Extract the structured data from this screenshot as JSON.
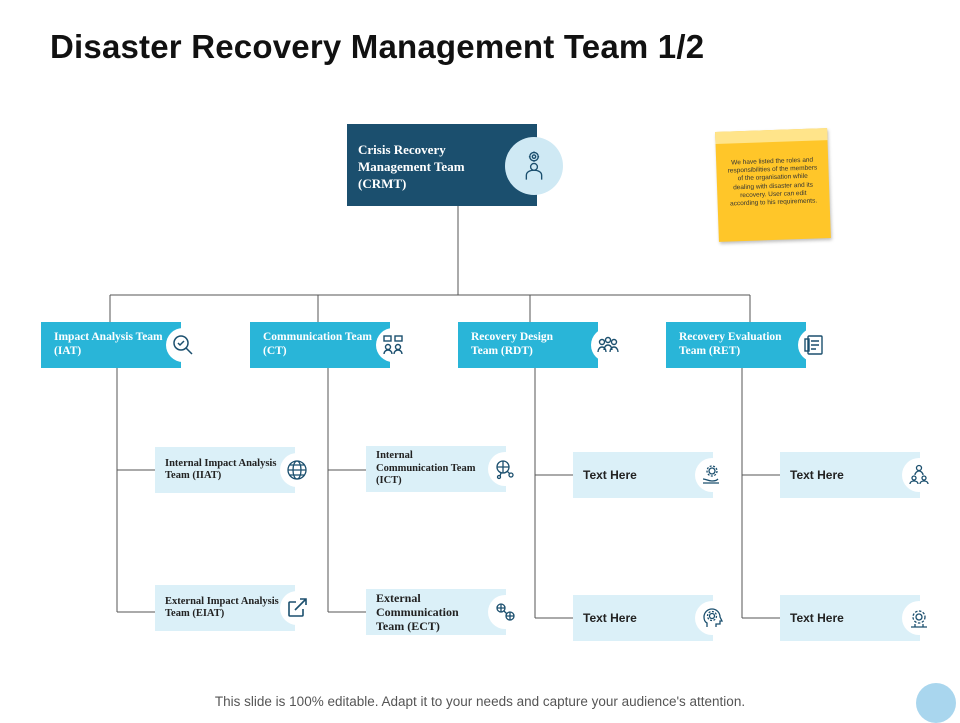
{
  "title": "Disaster Recovery Management Team 1/2",
  "root": {
    "label": "Crisis Recovery Management Team (CRMT)",
    "icon": "gear-person-icon"
  },
  "note": {
    "text": "We have listed the roles and responsibilities of the members of the organisation while dealing with disaster and its recovery. User can edit according to his requirements."
  },
  "teams": [
    {
      "label": "Impact Analysis Team (IAT)",
      "icon": "magnify-check-icon",
      "children": [
        {
          "label": "Internal Impact Analysis Team (IIAT)",
          "icon": "globe-icon"
        },
        {
          "label": "External Impact Analysis Team (EIAT)",
          "icon": "external-link-icon"
        }
      ]
    },
    {
      "label": "Communication Team (CT)",
      "icon": "communication-icon",
      "children": [
        {
          "label": "Internal Communication Team (ICT)",
          "icon": "network-globe-icon"
        },
        {
          "label": "External Communication Team (ECT)",
          "icon": "network-icon"
        }
      ]
    },
    {
      "label": "Recovery Design Team (RDT)",
      "icon": "team-icon",
      "children": [
        {
          "label": "Text Here",
          "icon": "hand-gear-icon"
        },
        {
          "label": "Text Here",
          "icon": "head-gear-icon"
        }
      ]
    },
    {
      "label": "Recovery Evaluation Team (RET)",
      "icon": "checklist-icon",
      "children": [
        {
          "label": "Text Here",
          "icon": "person-group-icon"
        },
        {
          "label": "Text Here",
          "icon": "gear-icon"
        }
      ]
    }
  ],
  "footer": "This slide is 100% editable. Adapt it to your needs and capture your audience's attention.",
  "colors": {
    "root": "#1b4f6e",
    "level1": "#29b5d8",
    "level2": "#dbf0f8",
    "note": "#ffc629",
    "lines": "#555555"
  }
}
